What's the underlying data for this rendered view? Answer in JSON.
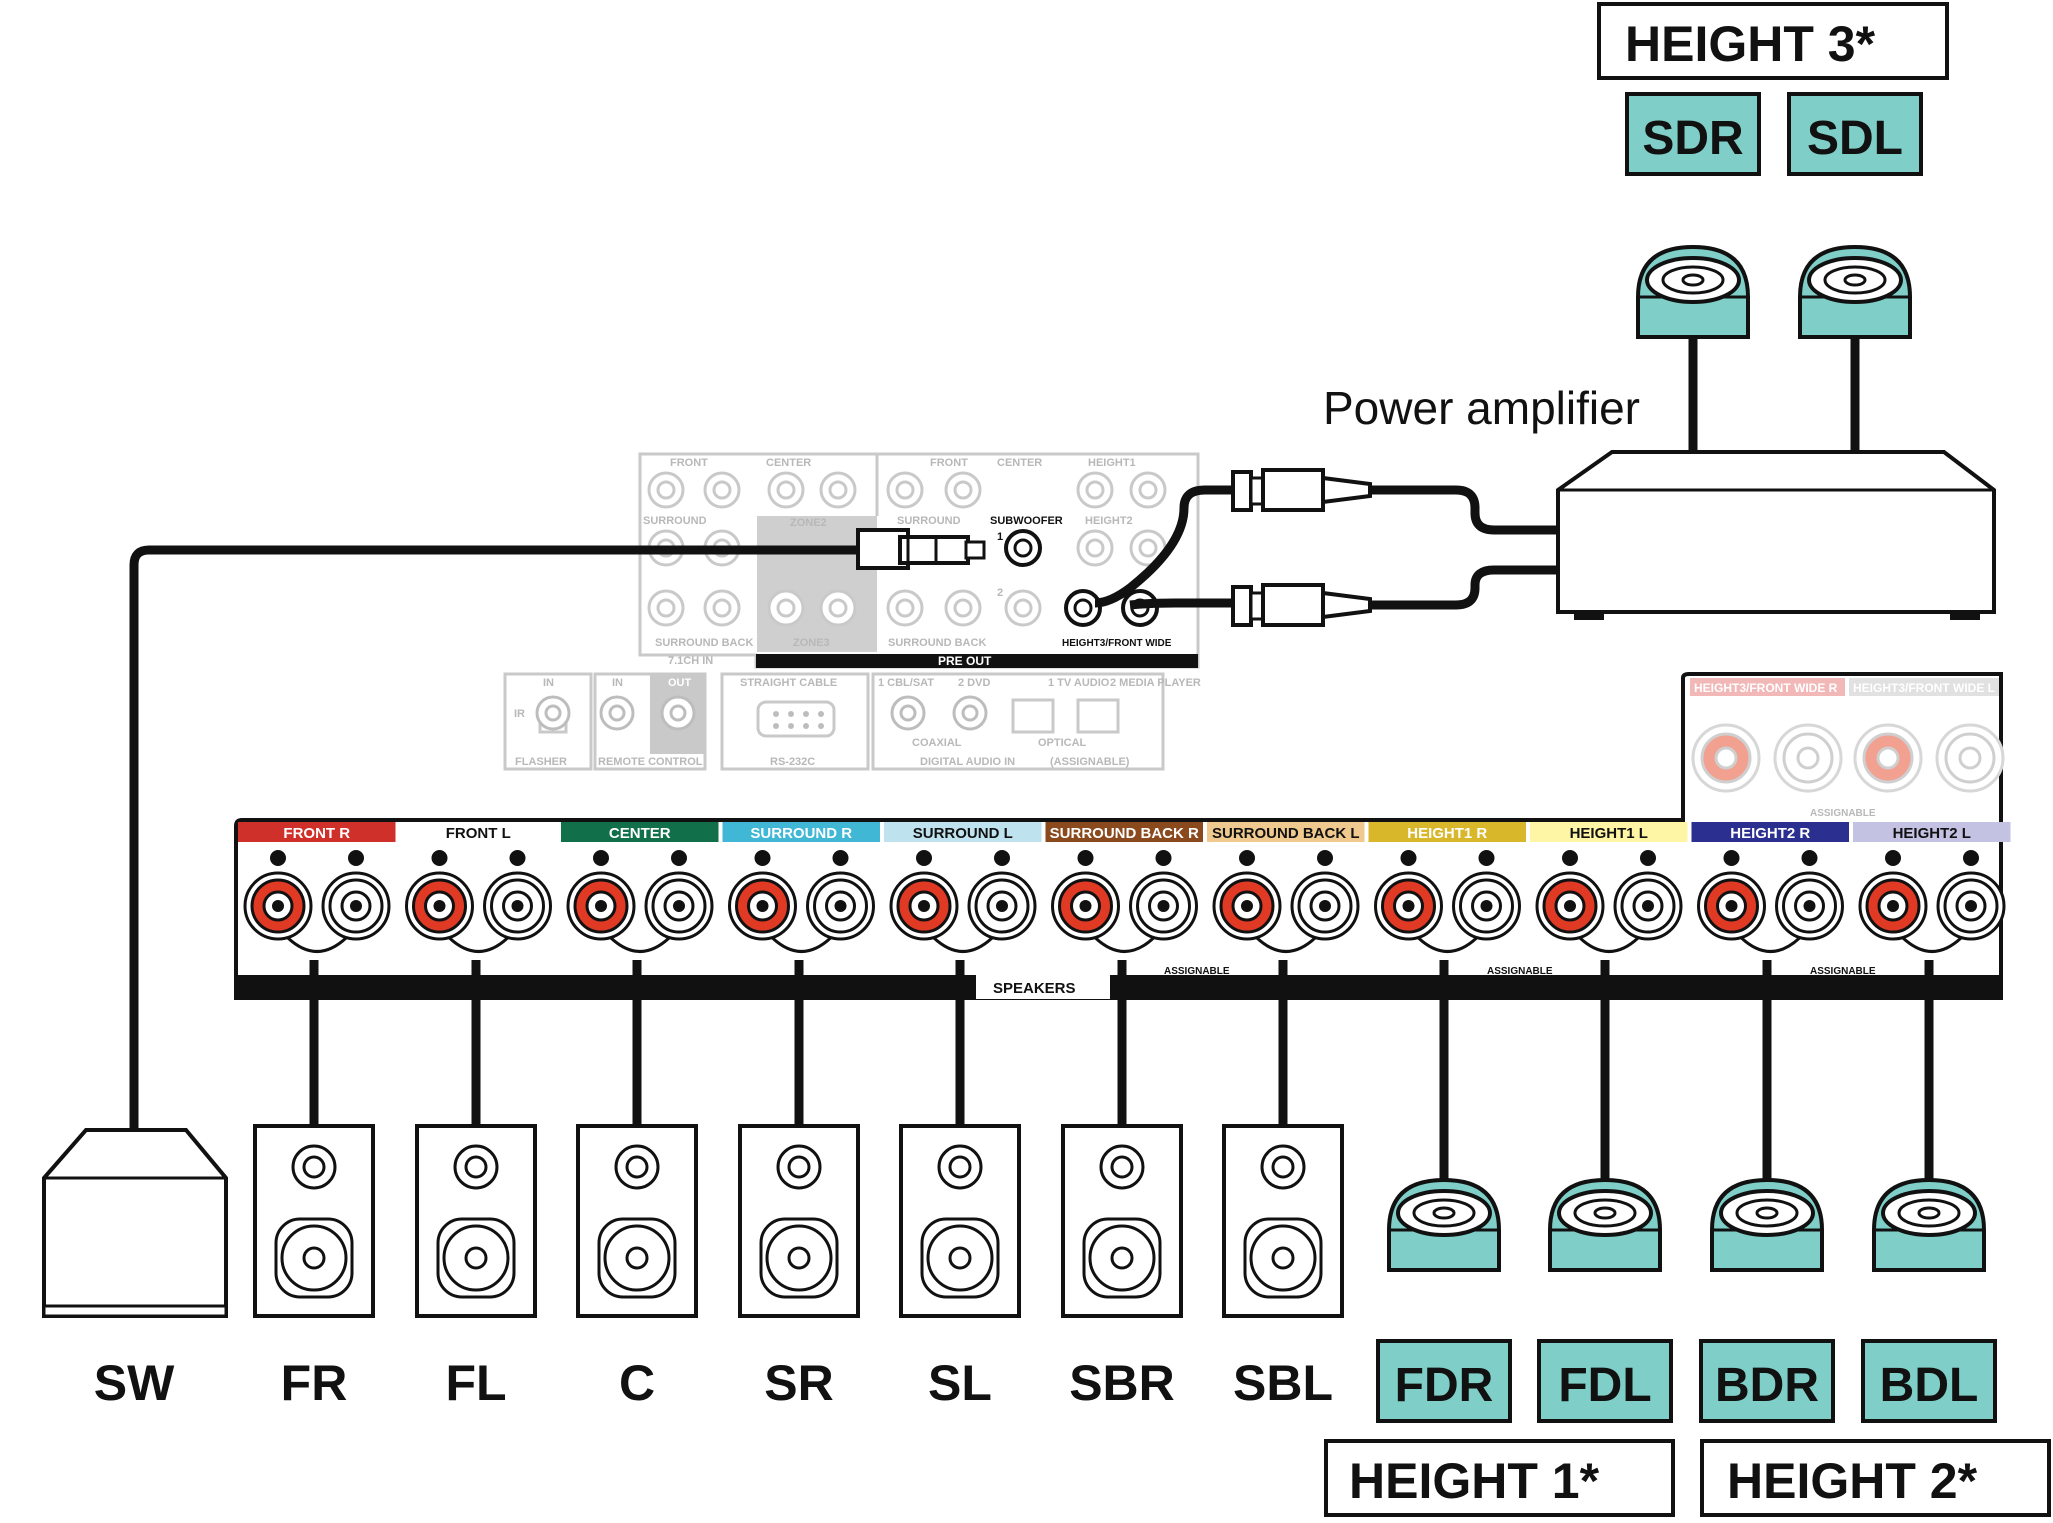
{
  "diagram": {
    "power_amplifier_label": "Power amplifier",
    "height3_label": "HEIGHT 3*",
    "height1_label": "HEIGHT 1*",
    "height2_label": "HEIGHT 2*",
    "top_speakers": [
      "SDR",
      "SDL"
    ],
    "bottom_height_speakers": [
      "FDR",
      "FDL",
      "BDR",
      "BDL"
    ],
    "floor_speakers": [
      "SW",
      "FR",
      "FL",
      "C",
      "SR",
      "SL",
      "SBR",
      "SBL"
    ],
    "speaker_terminals": {
      "channels": [
        {
          "label": "FRONT R",
          "color": "#d0302a",
          "text_color": "#ffffff"
        },
        {
          "label": "FRONT L",
          "color": "#ffffff",
          "text_color": "#111111"
        },
        {
          "label": "CENTER",
          "color": "#11704a",
          "text_color": "#ffffff"
        },
        {
          "label": "SURROUND R",
          "color": "#3fb7d5",
          "text_color": "#ffffff"
        },
        {
          "label": "SURROUND L",
          "color": "#bfe3ee",
          "text_color": "#111111"
        },
        {
          "label": "SURROUND BACK R",
          "color": "#8a4a1d",
          "text_color": "#ffffff"
        },
        {
          "label": "SURROUND BACK L",
          "color": "#f0c98e",
          "text_color": "#111111"
        },
        {
          "label": "HEIGHT1 R",
          "color": "#d8b72a",
          "text_color": "#ffffff"
        },
        {
          "label": "HEIGHT1 L",
          "color": "#fff6a5",
          "text_color": "#111111"
        },
        {
          "label": "HEIGHT2 R",
          "color": "#2b2f8f",
          "text_color": "#ffffff"
        },
        {
          "label": "HEIGHT2 L",
          "color": "#c4c2e2",
          "text_color": "#111111"
        }
      ],
      "speakers_label": "SPEAKERS",
      "assignable_label": "ASSIGNABLE",
      "height3_terminal_labels": [
        "HEIGHT3/FRONT WIDE R",
        "HEIGHT3/FRONT WIDE L"
      ]
    },
    "preout_panel": {
      "pre_out_label": "PRE OUT",
      "subwoofer_label": "SUBWOOFER",
      "height3_front_wide_label": "HEIGHT3/FRONT WIDE",
      "front_label": "FRONT",
      "center_label": "CENTER",
      "height1_label": "HEIGHT1",
      "height2_label": "HEIGHT2",
      "surround_label": "SURROUND",
      "surround_back_label": "SURROUND BACK",
      "zone2_label": "ZONE2",
      "zone3_label": "ZONE3",
      "ch71_label": "7.1CH IN",
      "sub_num_1": "1",
      "sub_num_2": "2"
    },
    "lower_panel": {
      "flasher_label": "FLASHER",
      "remote_control_label": "REMOTE CONTROL",
      "rs232c_label": "RS-232C",
      "straight_cable_label": "STRAIGHT CABLE",
      "digital_audio_in_label": "DIGITAL AUDIO IN",
      "assignable_label": "(ASSIGNABLE)",
      "coaxial_label": "COAXIAL",
      "optical_label": "OPTICAL",
      "in_label": "IN",
      "out_label": "OUT",
      "ir_label": "IR",
      "input1": "1 CBL/SAT",
      "input2": "2 DVD",
      "input3": "1 TV AUDIO",
      "input4": "2 MEDIA PLAYER"
    }
  },
  "colors": {
    "speaker_teal": "#7fcfc8",
    "cable_black": "#111111",
    "terminal_red": "#e03a25"
  }
}
